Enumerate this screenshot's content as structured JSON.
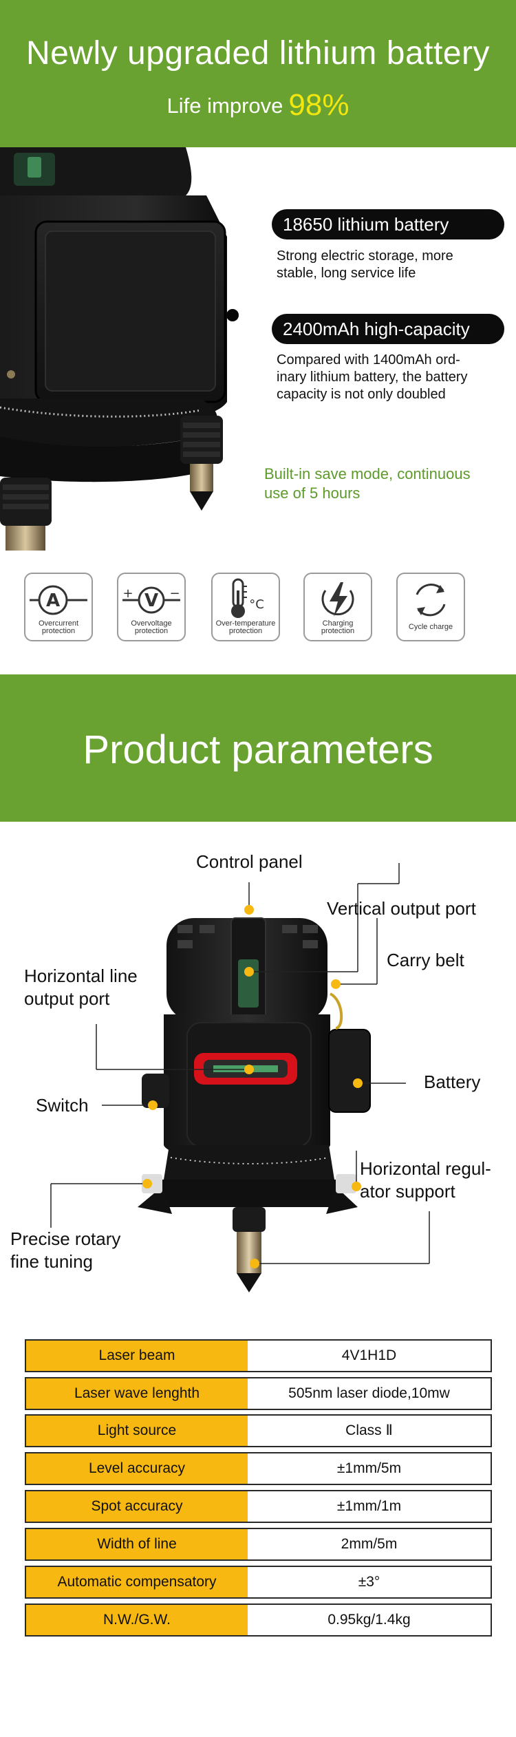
{
  "banner": {
    "title": "Newly upgraded lithium battery",
    "subtitle": "Life improve",
    "percent": "98%",
    "bg_color": "#6aa231",
    "accent_color": "#f2e60f"
  },
  "battery_features": {
    "pill1": "18650 lithium battery",
    "desc1_lines": [
      "Strong electric storage, more",
      "stable, long service life"
    ],
    "pill2": "2400mAh high-capacity",
    "desc2_lines": [
      "Compared with 1400mAh ord-",
      "inary lithium battery, the battery",
      "capacity is not only doubled"
    ],
    "note_lines": [
      "Built-in save mode, continuous",
      "use of 5 hours"
    ],
    "note_color": "#5d9a2a"
  },
  "protections": [
    {
      "icon": "ampere-icon",
      "label_lines": [
        "Overcurrent",
        "protection"
      ]
    },
    {
      "icon": "voltage-icon",
      "label_lines": [
        "Overvoltage",
        "protection"
      ]
    },
    {
      "icon": "thermometer-icon",
      "label_lines": [
        "Over-temperature",
        "protection"
      ]
    },
    {
      "icon": "lightning-icon",
      "label_lines": [
        "Charging",
        "protection"
      ]
    },
    {
      "icon": "cycle-icon",
      "label_lines": [
        "Cycle charge"
      ]
    }
  ],
  "params_banner": {
    "title": "Product parameters"
  },
  "diagram": {
    "control_panel": "Control panel",
    "vertical_port": "Vertical output port",
    "carry_belt": "Carry belt",
    "horizontal_port_lines": [
      "Horizontal line",
      "output port"
    ],
    "switch": "Switch",
    "battery": "Battery",
    "regulator_lines": [
      "Horizontal regul-",
      "ator support"
    ],
    "rotary_lines": [
      "Precise rotary",
      "fine tuning"
    ]
  },
  "params": [
    {
      "label": "Laser beam",
      "value": "4V1H1D"
    },
    {
      "label": "Laser wave lenghth",
      "value": "505nm laser diode,10mw"
    },
    {
      "label": "Light source",
      "value": "Class Ⅱ"
    },
    {
      "label": "Level accuracy",
      "value": "±1mm/5m"
    },
    {
      "label": "Spot accuracy",
      "value": "±1mm/1m"
    },
    {
      "label": "Width of line",
      "value": "2mm/5m"
    },
    {
      "label": "Automatic compensatory",
      "value": "±3°"
    },
    {
      "label": "N.W./G.W.",
      "value": "0.95kg/1.4kg"
    }
  ],
  "table_key_color": "#f8b812"
}
